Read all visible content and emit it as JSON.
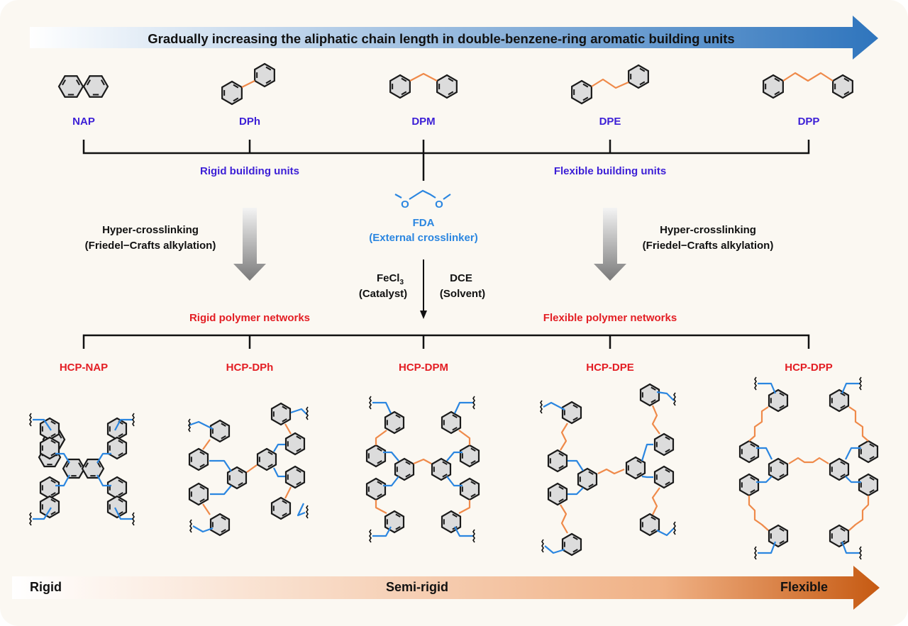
{
  "top_banner": {
    "text": "Gradually increasing the aliphatic chain length in double-benzene-ring aromatic building units",
    "gradient_start": "#ffffff",
    "gradient_end": "#2f75bd"
  },
  "monomers": [
    {
      "name": "NAP",
      "linker_carbons": "fused"
    },
    {
      "name": "DPh",
      "linker_carbons": 0
    },
    {
      "name": "DPM",
      "linker_carbons": 1
    },
    {
      "name": "DPE",
      "linker_carbons": 2
    },
    {
      "name": "DPP",
      "linker_carbons": 3
    }
  ],
  "groups": {
    "rigid_units": "Rigid building units",
    "flexible_units": "Flexible building units",
    "rigid_networks": "Rigid polymer networks",
    "flexible_networks": "Flexible polymer networks"
  },
  "reaction": {
    "left_process": [
      "Hyper-crosslinking",
      "(Friedel−Crafts alkylation)"
    ],
    "right_process": [
      "Hyper-crosslinking",
      "(Friedel−Crafts alkylation)"
    ],
    "crosslinker_name": "FDA",
    "crosslinker_desc": "(External crosslinker)",
    "catalyst_formula": "FeCl",
    "catalyst_subscript": "3",
    "catalyst_desc": "(Catalyst)",
    "solvent_name": "DCE",
    "solvent_desc": "(Solvent)",
    "fda_atom": "O"
  },
  "networks": [
    "HCP-NAP",
    "HCP-DPh",
    "HCP-DPM",
    "HCP-DPE",
    "HCP-DPP"
  ],
  "bottom_scale": {
    "left": "Rigid",
    "middle": "Semi-rigid",
    "right": "Flexible",
    "gradient_start": "#ffffff",
    "gradient_end": "#c65a12"
  },
  "colors": {
    "monomer_label": "#3c1fd6",
    "network_label": "#e31e24",
    "crosslinker": "#2b86e0",
    "aliphatic_linker": "#ef8a4a",
    "ring_fill": "#dcdcdc",
    "ring_stroke": "#1a1a1a"
  }
}
